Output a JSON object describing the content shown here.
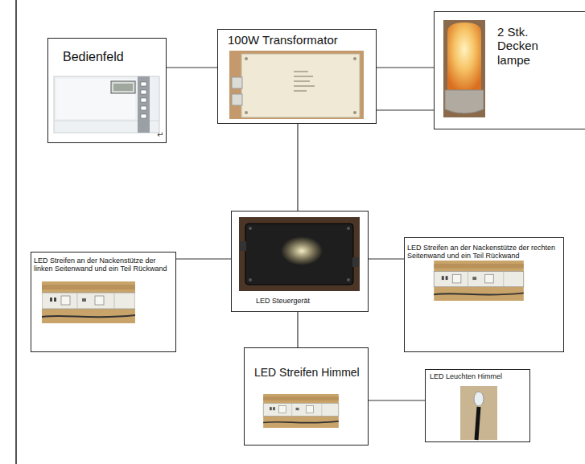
{
  "diagram": {
    "nodes": [
      {
        "text": [
          "Bedienfeld"
        ]
      },
      {
        "text": [
          "100W Transformator"
        ]
      },
      {
        "text": [
          "2 Stk. Decken lampe"
        ]
      },
      {
        "text": [
          "LED Streifen an der Nackenstütze der linken Seitenwand und ein Teil Rückwand"
        ]
      },
      {
        "text": [
          "LED Steuergerät"
        ]
      },
      {
        "text": [
          "LED Streifen an der Nackenstütze der rechten Seitenwand und ein Teil Rückwand"
        ]
      },
      {
        "text": [
          "LED Streifen Himmel"
        ]
      },
      {
        "text": [
          "LED Leuchten Himmel"
        ]
      }
    ],
    "edges": [
      {
        "from": 0,
        "to": 1,
        "arrow": "none"
      },
      {
        "from": 1,
        "to": 2,
        "arrow": "none"
      },
      {
        "from": 1,
        "to": 2,
        "arrow": "none"
      },
      {
        "from": 1,
        "to": 4,
        "arrow": "none"
      },
      {
        "from": 4,
        "to": 3,
        "arrow": "none"
      },
      {
        "from": 4,
        "to": 5,
        "arrow": "none"
      },
      {
        "from": 4,
        "to": 6,
        "arrow": "none"
      },
      {
        "from": 6,
        "to": 7,
        "arrow": "none"
      }
    ],
    "labels": [
      "↵"
    ]
  }
}
